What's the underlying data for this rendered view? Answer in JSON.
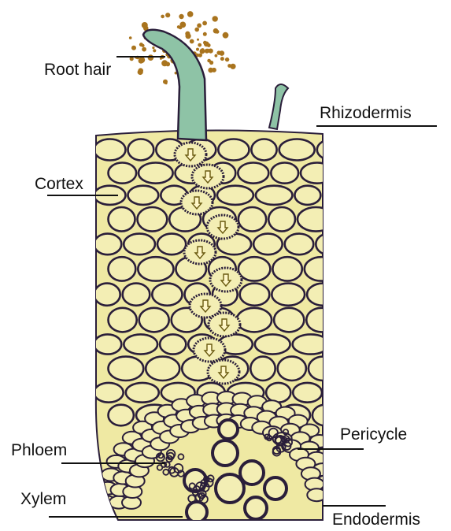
{
  "labels": {
    "root_hair": "Root hair",
    "rhizodermis": "Rhizodermis",
    "cortex": "Cortex",
    "phloem": "Phloem",
    "xylem": "Xylem",
    "pericycle": "Pericycle",
    "endodermis": "Endodermis"
  },
  "colors": {
    "tissue_fill": "#efe9a3",
    "cell_fill": "#f3eeb4",
    "cell_wall": "#2a1e3a",
    "root_hair_fill": "#8ec3a6",
    "soil_particles": "#a9741e",
    "arrow": "#6a5a10",
    "leader_line": "#111111"
  }
}
